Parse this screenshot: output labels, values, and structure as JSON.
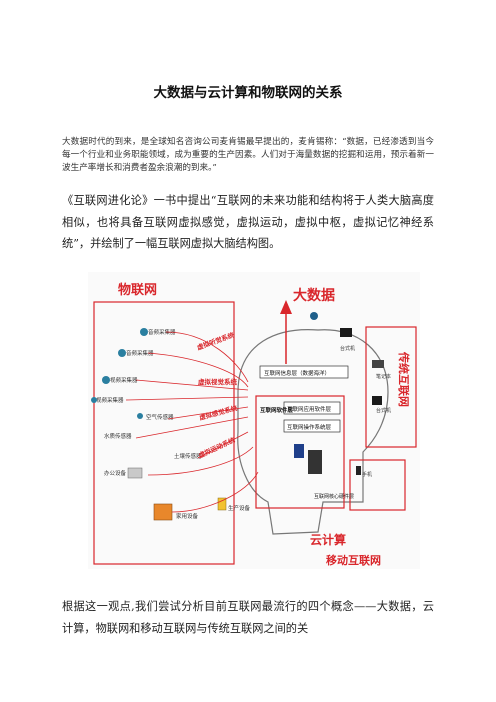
{
  "title": "大数据与云计算和物联网的关系",
  "intro": "大数据时代的到来，是全球知名咨询公司麦肯锡最早提出的，麦肯锡称：“数据，已经渗透到当今每一个行业和业务职能领域，成为重要的生产因素。人们对于海量数据的挖掘和运用，预示着新一波生产率增长和消费者盈余浪潮的到来。”",
  "para1": "《互联网进化论》一书中提出“互联网的未来功能和结构将于人类大脑高度相似，也将具备互联网虚拟感觉，虚拟运动，虚拟中枢，虚拟记忆神经系统”，并绘制了一幅互联网虚拟大脑结构图。",
  "para2": "根据这一观点,我们尝试分析目前互联网最流行的四个概念——大数据，云计算，物联网和移动互联网与传统互联网之间的关",
  "diagram": {
    "iot_title": "物联网",
    "bigdata_title": "大数据",
    "cloud_title": "云计算",
    "mobile_title": "移动互联网",
    "traditional_title": "传统互联网",
    "sensors": [
      "音频采集器",
      "音频采集器",
      "视频采集器",
      "视频采集器",
      "空气传感器",
      "水质传感器",
      "土壤传感器",
      "办公设备",
      "家用设备",
      "生产设备"
    ],
    "systems": [
      "虚拟听觉系统",
      "虚拟视觉系统",
      "虚拟感觉系统",
      "虚拟运动系统"
    ],
    "layers": [
      "互联网信息层（数据海洋）",
      "互联网应用软件层",
      "互联网操作系统层",
      "互联网软件层",
      "互联网核心硬件层"
    ],
    "devices": [
      "台式机",
      "笔记本",
      "台式机",
      "手机"
    ]
  },
  "colors": {
    "red": "#d9262b",
    "blue": "#1f3f8a",
    "teal": "#2a7fa0"
  }
}
